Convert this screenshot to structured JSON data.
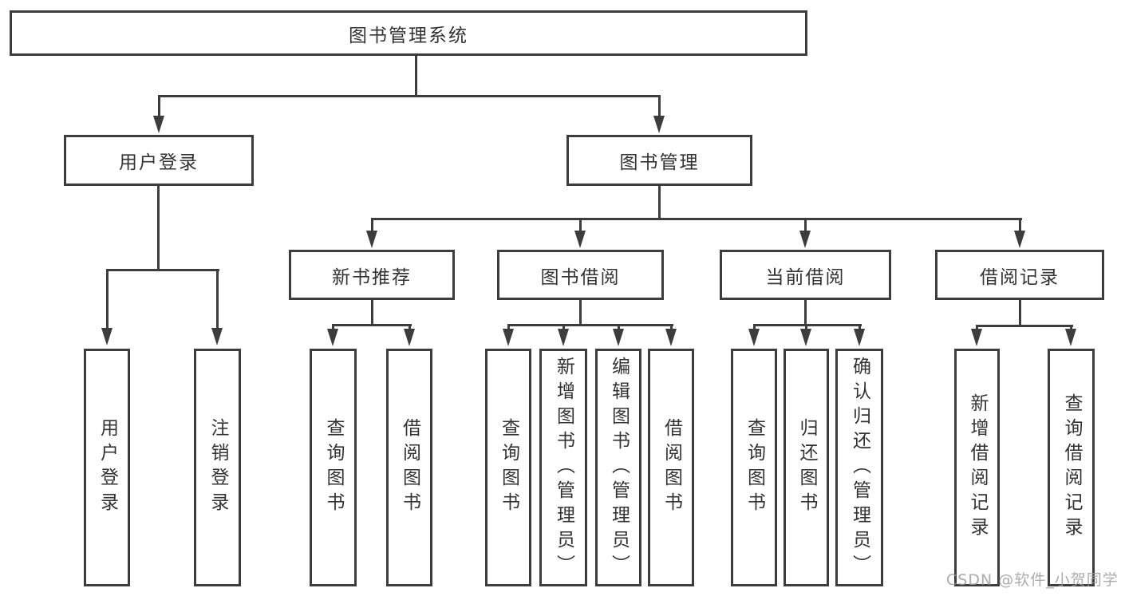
{
  "tree": {
    "root": {
      "label": "图书管理系统",
      "children": [
        {
          "label": "用户登录",
          "children": [
            {
              "label": "用户登录"
            },
            {
              "label": "注销登录"
            }
          ]
        },
        {
          "label": "图书管理",
          "children": [
            {
              "label": "新书推荐",
              "children": [
                {
                  "label": "查询图书"
                },
                {
                  "label": "借阅图书"
                }
              ]
            },
            {
              "label": "图书借阅",
              "children": [
                {
                  "label": "查询图书"
                },
                {
                  "label": "新增图书（管理员）"
                },
                {
                  "label": "编辑图书（管理员）"
                },
                {
                  "label": "借阅图书"
                }
              ]
            },
            {
              "label": "当前借阅",
              "children": [
                {
                  "label": "查询图书"
                },
                {
                  "label": "归还图书"
                },
                {
                  "label": "确认归还（管理员）"
                }
              ]
            },
            {
              "label": "借阅记录",
              "children": [
                {
                  "label": "新增借阅记录"
                },
                {
                  "label": "查询借阅记录"
                }
              ]
            }
          ]
        }
      ]
    }
  },
  "watermark": {
    "text": "CSDN @软件_小贺同学"
  },
  "colors": {
    "line": "#3d3d3d",
    "text": "#333333",
    "background": "#ffffff",
    "watermark": "#9e9e9e"
  }
}
